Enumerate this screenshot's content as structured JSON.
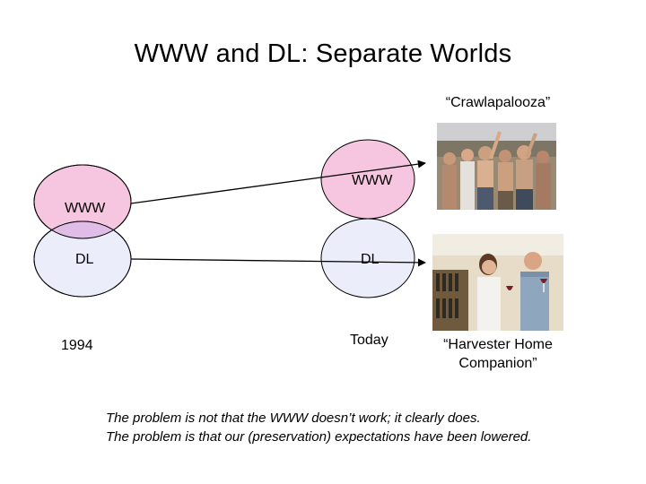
{
  "title": "WWW and DL: Separate Worlds",
  "diagram": {
    "left_www": "WWW",
    "left_dl": "DL",
    "left_year": "1994",
    "right_www": "WWW",
    "right_dl": "DL",
    "right_year": "Today",
    "colors": {
      "www_fill": "#f6c6e0",
      "dl_fill": "#ecedfb",
      "overlap_fill": "#e0bde7",
      "stroke": "#000000"
    }
  },
  "photos": {
    "top_caption": "“Crawlapalooza”",
    "bottom_caption_line1": "“Harvester Home",
    "bottom_caption_line2": "Companion”"
  },
  "footer": {
    "line1": "The problem is not that the WWW doesn’t work; it clearly does.",
    "line2": "The problem is that our (preservation) expectations have been lowered."
  }
}
